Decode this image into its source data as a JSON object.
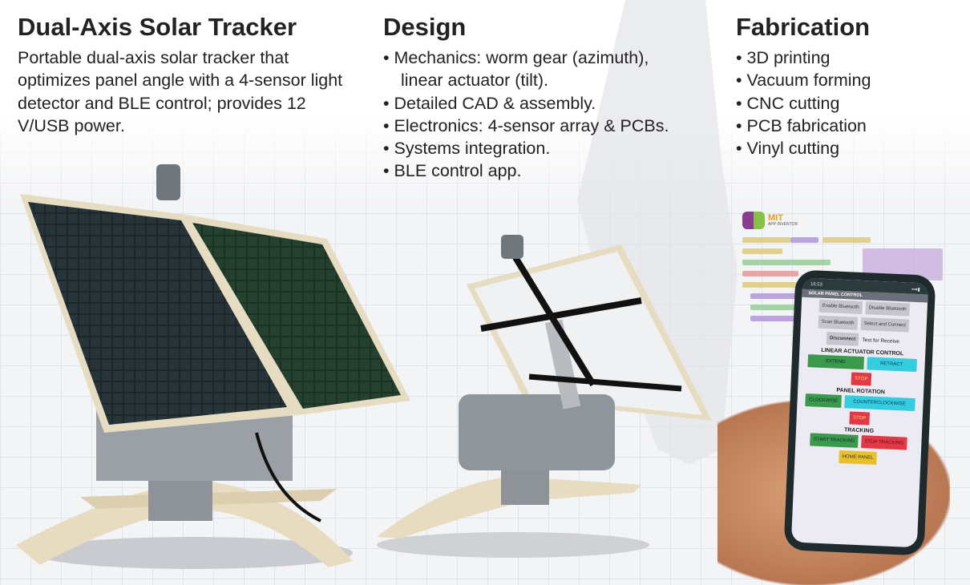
{
  "intro": {
    "title": "Dual-Axis Solar Tracker",
    "description": "Portable dual-axis solar tracker that optimizes panel angle with a 4-sensor light detector and BLE control; provides 12 V/USB power."
  },
  "design": {
    "title": "Design",
    "items": [
      "Mechanics: worm gear (azimuth),",
      "linear actuator (tilt).",
      "Detailed CAD & assembly.",
      "Electronics: 4-sensor array & PCBs.",
      "Systems integration.",
      "BLE control app."
    ]
  },
  "fabrication": {
    "title": "Fabrication",
    "items": [
      "3D printing",
      "Vacuum forming",
      "CNC cutting",
      "PCB fabrication",
      "Vinyl cutting"
    ]
  },
  "mit_logo": {
    "name": "MIT",
    "sub": "APP INVENTOR"
  },
  "app": {
    "time": "16:53",
    "title": "SOLAR PANEL CONTROL",
    "enable_bt": "Enable Bluetooth",
    "disable_bt": "Disable Bluetooth",
    "scan_bt": "Scan Bluetooth",
    "select_connect": "Select and Connect",
    "disconnect": "Disconnect",
    "receive_text": "Text for Receive",
    "linear_heading": "LINEAR ACTUATOR CONTROL",
    "extend": "EXTEND",
    "retract": "RETRACT",
    "stop1": "STOP",
    "rotation_heading": "PANEL ROTATION",
    "clockwise": "CLOCKWISE",
    "counterclockwise": "COUNTERCLOCKWISE",
    "stop2": "STOP",
    "tracking_heading": "TRACKING",
    "start_tracking": "START TRACKING",
    "stop_tracking": "STOP TRACKING",
    "home_panel": "HOME PANEL"
  }
}
